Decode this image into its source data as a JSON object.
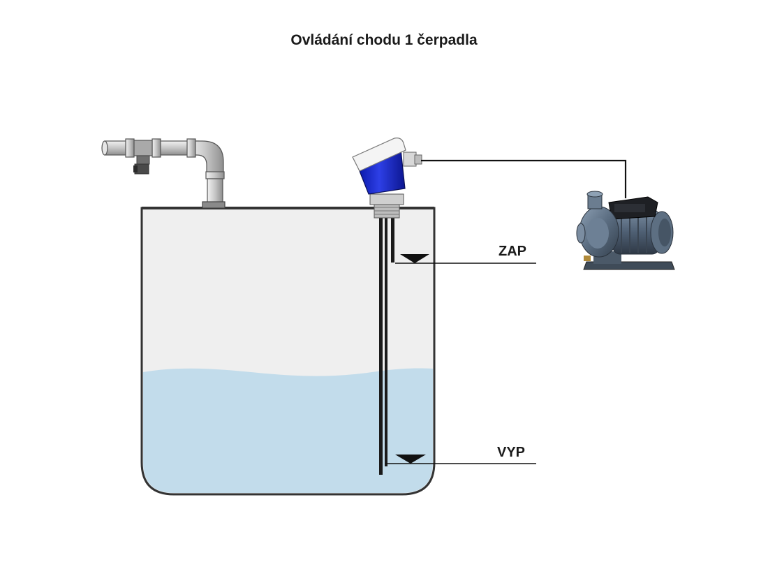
{
  "title": "Ovládání chodu 1 čerpadla",
  "levels": {
    "on_label": "ZAP",
    "off_label": "VYP"
  },
  "colors": {
    "tank_fill": "#efefef",
    "tank_stroke": "#333333",
    "water": "#c2dceb",
    "sensor_head": "#1f2fd0",
    "sensor_cap": "#f4f4f4",
    "pipe": "#c8c8c8",
    "pump_body": "#5b6d80",
    "pump_motor": "#1e2024"
  }
}
